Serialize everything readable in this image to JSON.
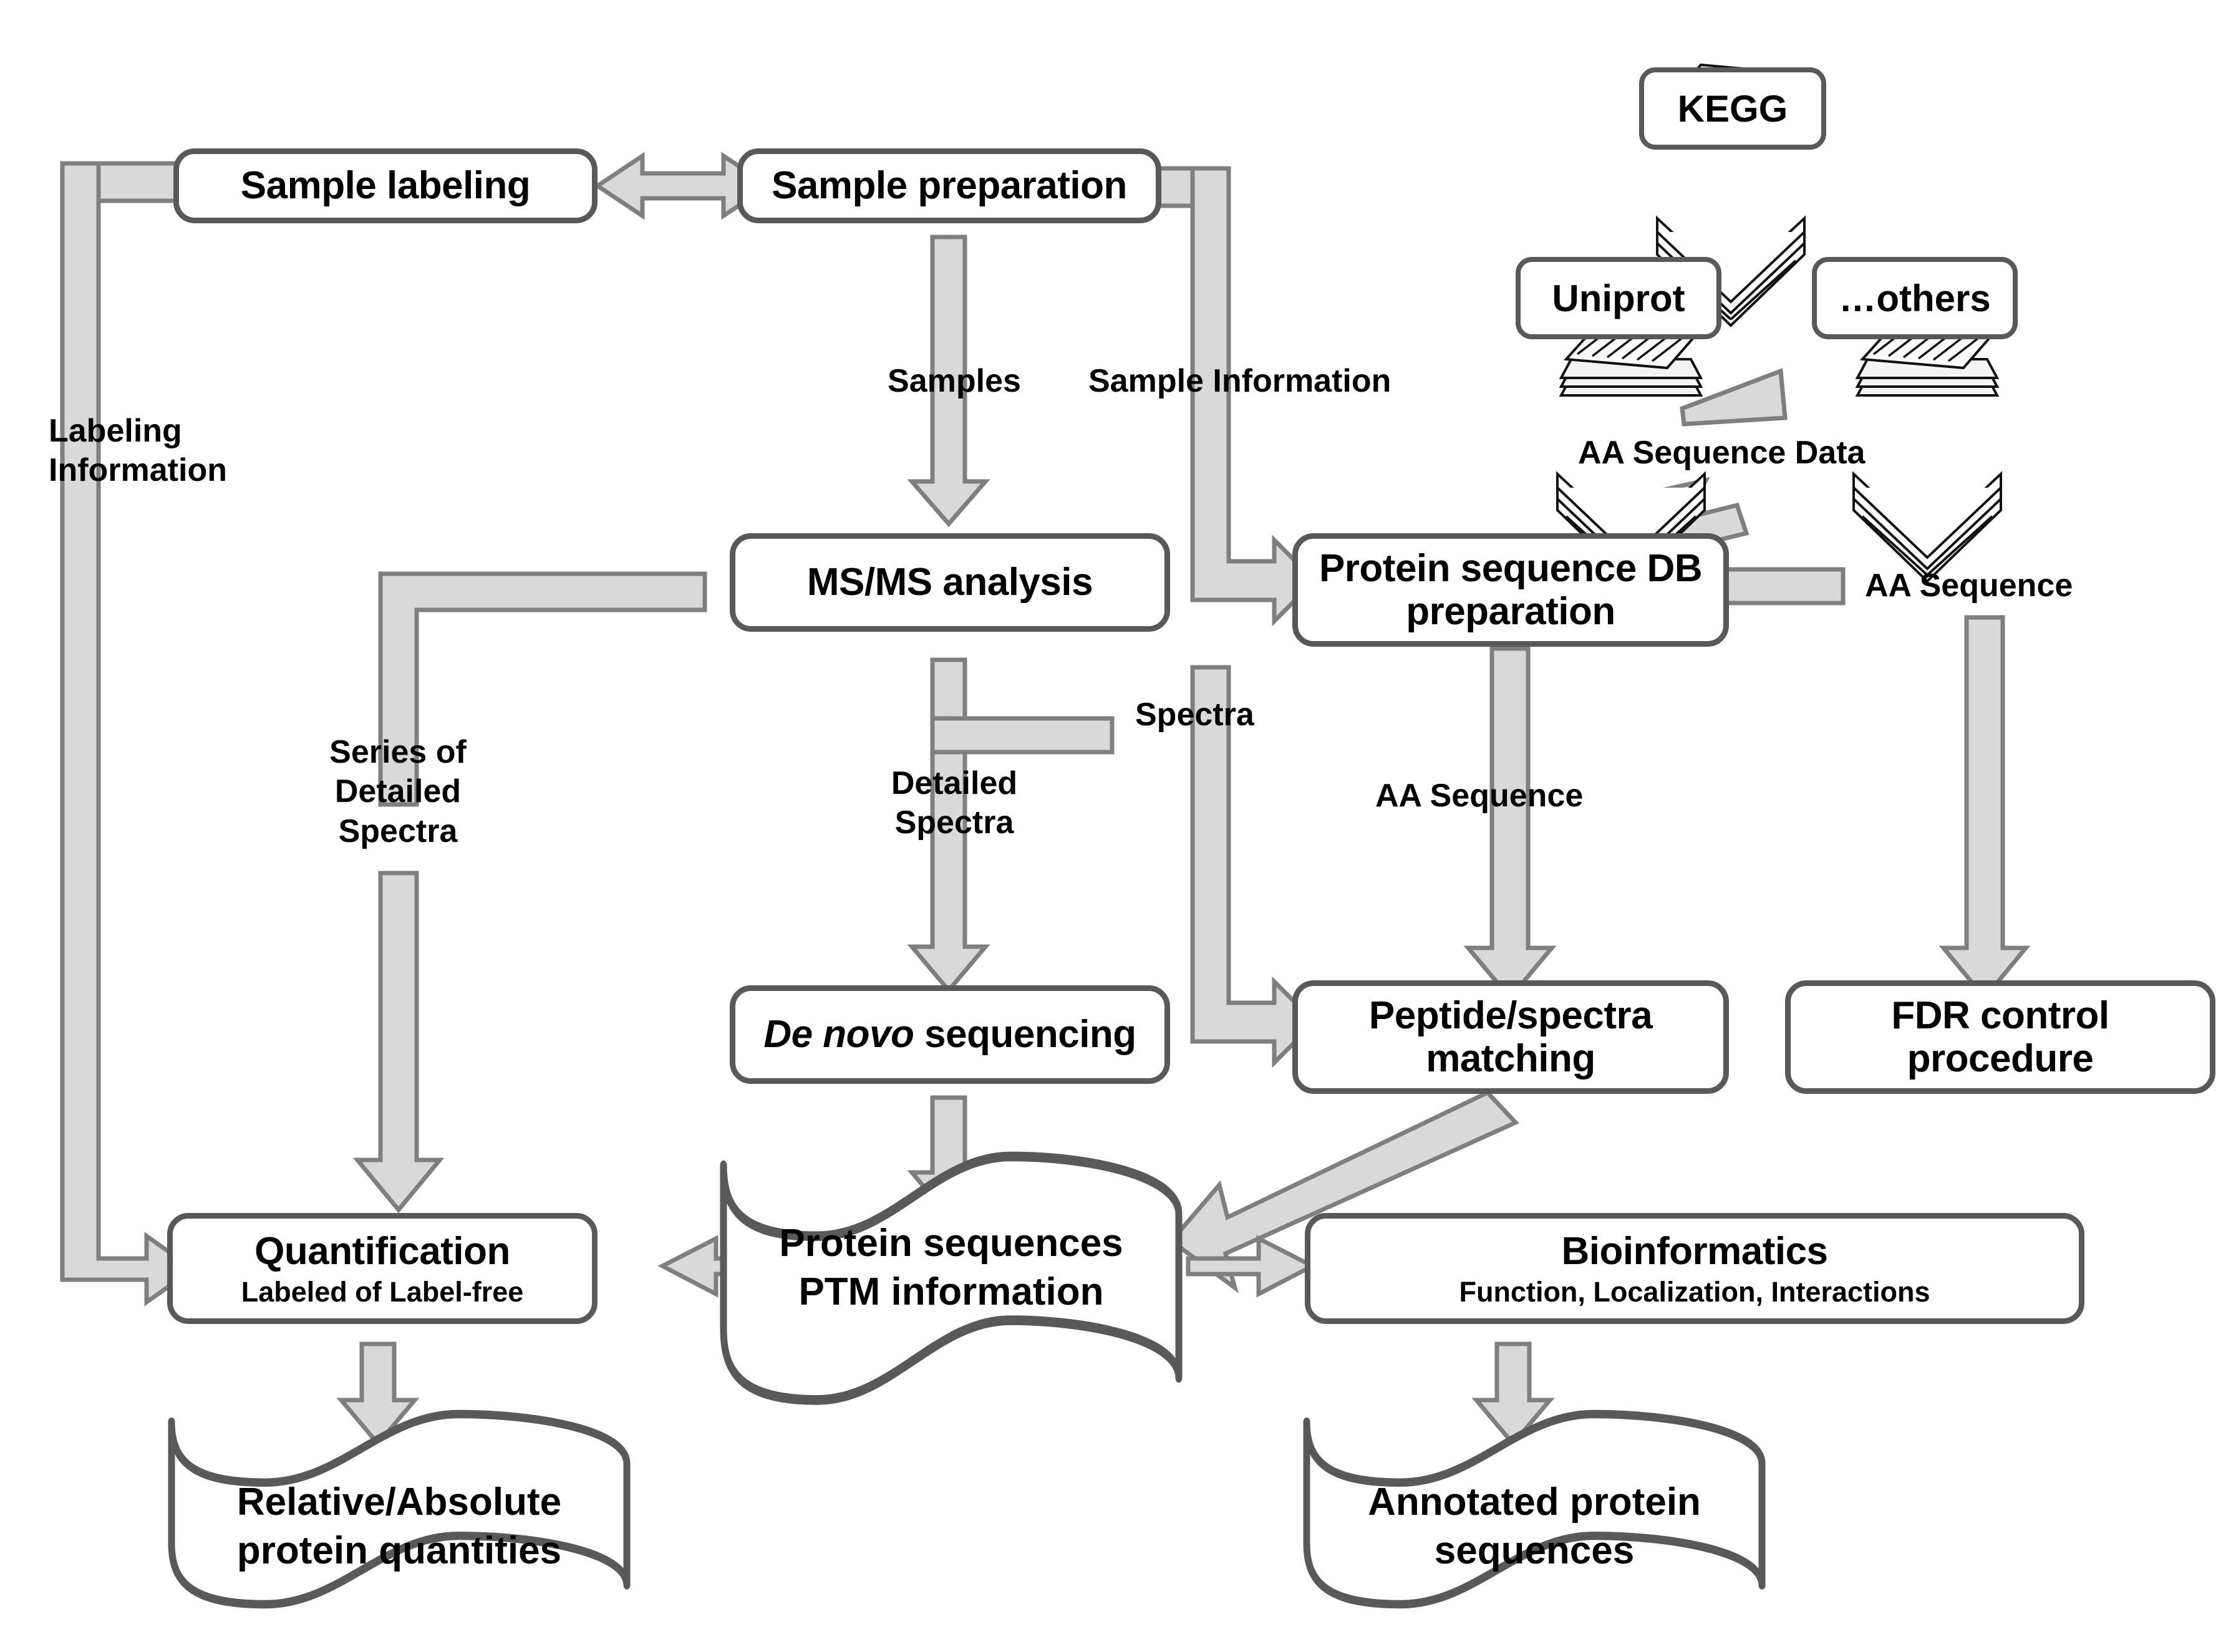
{
  "diagram": {
    "title": "Proteomics MS/MS workflow",
    "colors": {
      "node_stroke": "#595959",
      "arrow_fill": "#d9d9d9",
      "arrow_stroke": "#7f7f7f",
      "doc_stroke": "#595959",
      "text": "#000000",
      "background": "#ffffff"
    }
  },
  "nodes": {
    "sample_labeling": {
      "title": "Sample labeling"
    },
    "sample_preparation": {
      "title": "Sample preparation"
    },
    "msms_analysis": {
      "title": "MS/MS analysis"
    },
    "protein_seq_db": {
      "title": "Protein sequence DB\npreparation"
    },
    "de_novo": {
      "title_italic": "De novo",
      "title_rest": " sequencing"
    },
    "peptide_spectra": {
      "title": "Peptide/spectra\nmatching"
    },
    "fdr_control": {
      "title": "FDR control\nprocedure"
    },
    "quantification": {
      "title": "Quantification",
      "subtitle": "Labeled of Label-free"
    },
    "bioinformatics": {
      "title": "Bioinformatics",
      "subtitle": "Function, Localization, Interactions"
    }
  },
  "documents": {
    "protein_sequences": {
      "text": "Protein sequences\nPTM information"
    },
    "relative_absolute": {
      "text": "Relative/Absolute\nprotein quantities"
    },
    "annotated_sequences": {
      "text": "Annotated protein\nsequences"
    }
  },
  "databases": [
    {
      "name": "kegg",
      "label": "KEGG"
    },
    {
      "name": "uniprot",
      "label": "Uniprot"
    },
    {
      "name": "others",
      "label": "…others"
    }
  ],
  "edge_labels": {
    "labeling_information": "Labeling\nInformation",
    "samples": "Samples",
    "sample_information": "Sample Information",
    "aa_sequence_data": "AA  Sequence Data",
    "aa_sequence_right": "AA  Sequence",
    "aa_sequence_mid": "AA  Sequence",
    "spectra": "Spectra",
    "detailed_spectra": "Detailed\nSpectra",
    "series_detailed_spectra": "Series of\nDetailed\nSpectra"
  }
}
